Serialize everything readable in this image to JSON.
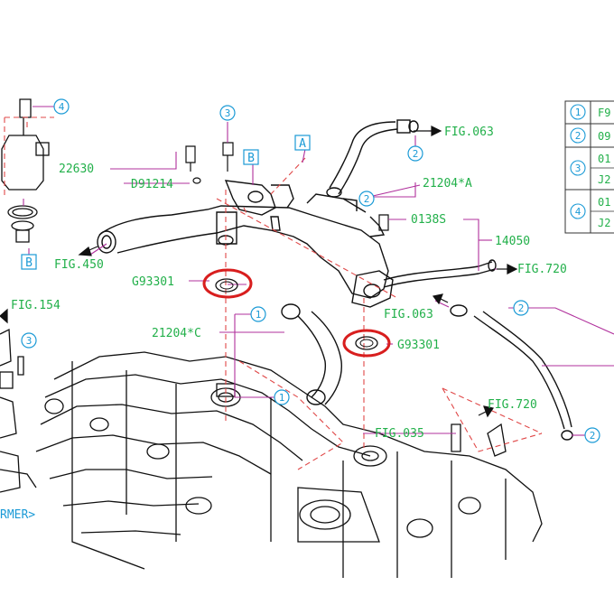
{
  "labels": {
    "fig_063_top": "FIG.063",
    "p21204_a": "21204*A",
    "p22630": "22630",
    "d91214": "D91214",
    "p0138s": "0138S",
    "p14050": "14050",
    "fig_450": "FIG.450",
    "fig_720_right": "FIG.720",
    "g93301_left": "G93301",
    "fig_063_mid": "FIG.063",
    "fig_154": "FIG.154",
    "p21204_c": "21204*C",
    "g93301_right": "G93301",
    "fig_720_lower": "FIG.720",
    "fig_035": "FIG.035",
    "former": "RMER>"
  },
  "callouts": {
    "c1": "1",
    "c2": "2",
    "c3": "3",
    "c4": "4",
    "ref_a": "A",
    "ref_b": "B"
  },
  "table": {
    "row1": "F9",
    "row2": "09",
    "row3a": "01",
    "row3b": "J2",
    "row4a": "01",
    "row4b": "J2"
  },
  "colors": {
    "leader": "#b0309c",
    "label": "#22b04a",
    "callout": "#1a9ad6",
    "highlight": "#d81e1e",
    "phantom": "#e04848",
    "outline": "#111111"
  }
}
